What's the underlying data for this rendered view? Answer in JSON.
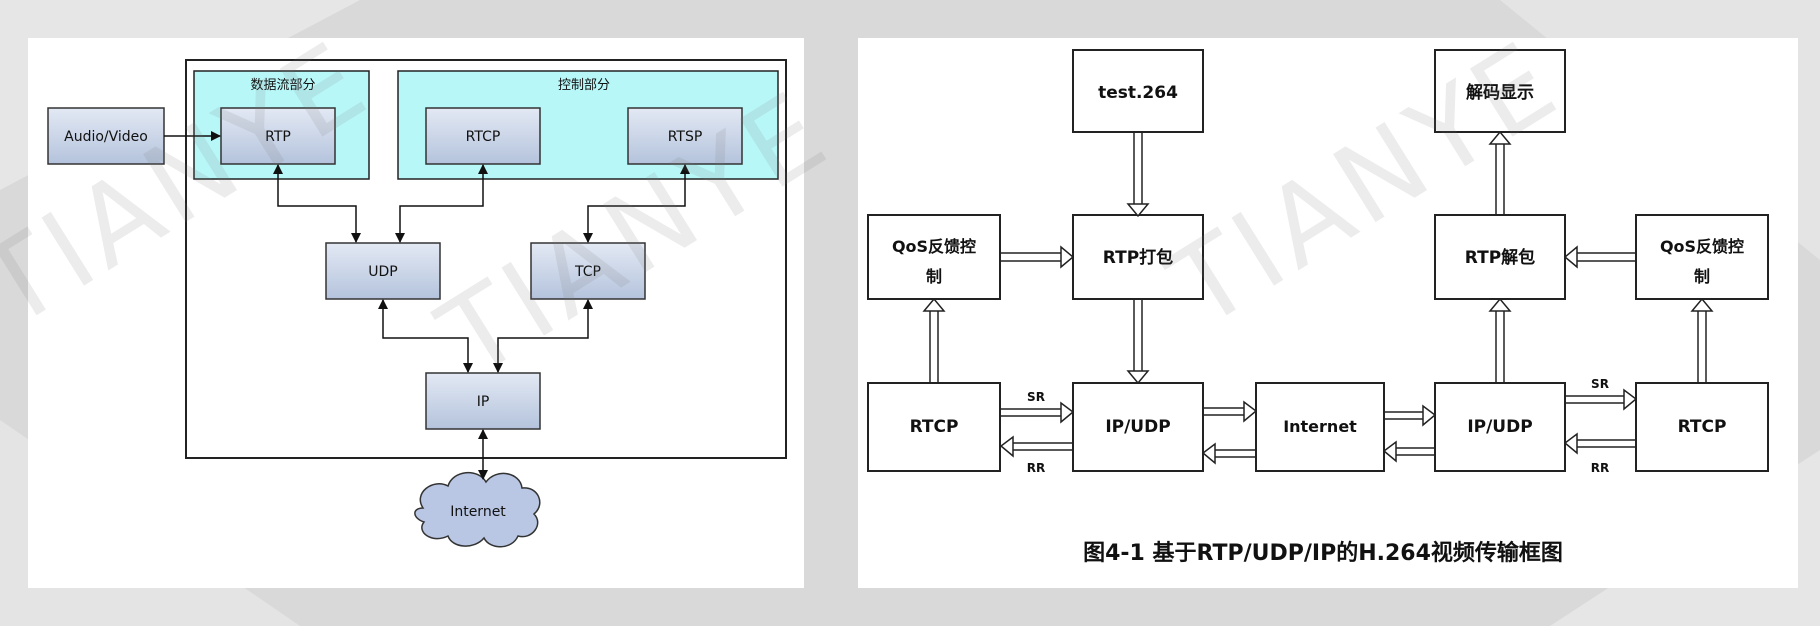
{
  "watermark": {
    "text": "TIANYE"
  },
  "left_diagram": {
    "group_data": "数据流部分",
    "group_control": "控制部分",
    "audio_video": "Audio/Video",
    "rtp": "RTP",
    "rtcp": "RTCP",
    "rtsp": "RTSP",
    "udp": "UDP",
    "tcp": "TCP",
    "ip": "IP",
    "internet": "Internet"
  },
  "right_diagram": {
    "test264": "test.264",
    "decode_display": "解码显示",
    "qos_left_line1": "QoS反馈控",
    "qos_left_line2": "制",
    "rtp_pack": "RTP打包",
    "rtp_unpack": "RTP解包",
    "qos_right_line1": "QoS反馈控",
    "qos_right_line2": "制",
    "rtcp_left": "RTCP",
    "ipudp_left": "IP/UDP",
    "internet": "Internet",
    "ipudp_right": "IP/UDP",
    "rtcp_right": "RTCP",
    "sr_left": "SR",
    "rr_left": "RR",
    "sr_right": "SR",
    "rr_right": "RR",
    "caption": "图4-1 基于RTP/UDP/IP的H.264视频传输框图"
  },
  "colors": {
    "node_fill_top": "#dfe6f2",
    "node_fill_bottom": "#b9c7de",
    "group_fill": "#b8f7f8",
    "page_bg": "#d9d9d9"
  }
}
